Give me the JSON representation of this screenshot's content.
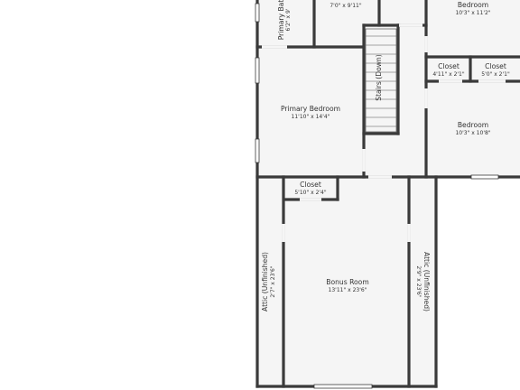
{
  "floorplan": {
    "rooms": [
      {
        "id": "primary-bath",
        "name": "Primary Bat",
        "dims": "6'2\" x 9'"
      },
      {
        "id": "small-room-top",
        "name": "",
        "dims": "7'0\" x 9'11\""
      },
      {
        "id": "bedroom-top",
        "name": "Bedroom",
        "dims": "10'3\" x 11'2\""
      },
      {
        "id": "closet-left",
        "name": "Closet",
        "dims": "4'11\" x 2'1\""
      },
      {
        "id": "closet-right",
        "name": "Closet",
        "dims": "5'0\" x 2'1\""
      },
      {
        "id": "primary-bedroom",
        "name": "Primary Bedroom",
        "dims": "11'10\" x 14'4\""
      },
      {
        "id": "stairs",
        "name": "Stairs (Down)",
        "dims": ""
      },
      {
        "id": "bedroom-right",
        "name": "Bedroom",
        "dims": "10'3\" x 10'8\""
      },
      {
        "id": "closet-bonus",
        "name": "Closet",
        "dims": "5'10\" x 2'4\""
      },
      {
        "id": "bonus-room",
        "name": "Bonus Room",
        "dims": "13'11\" x 23'6\""
      },
      {
        "id": "attic-left",
        "name": "Attic (Unfinished)",
        "dims": "2'7\" x 23'6\""
      },
      {
        "id": "attic-right",
        "name": "Attic (Unfinished)",
        "dims": "2'9\" x 23'6\""
      }
    ],
    "colors": {
      "wall": "#3a3a3a",
      "floor": "#f5f5f5",
      "window": "#ffffff",
      "stair_line": "#888888"
    }
  }
}
